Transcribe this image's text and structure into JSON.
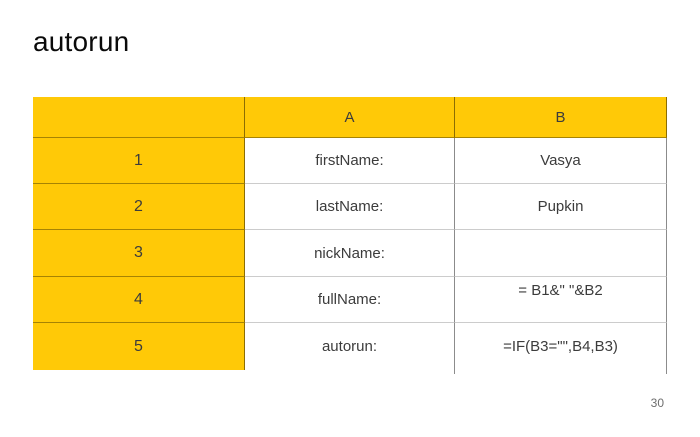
{
  "slide": {
    "title": "autorun",
    "page_number": "30"
  },
  "table": {
    "header": [
      "",
      "A",
      "B"
    ],
    "rows": [
      {
        "num": "1",
        "a": "firstName:",
        "b": "Vasya"
      },
      {
        "num": "2",
        "a": "lastName:",
        "b": "Pupkin"
      },
      {
        "num": "3",
        "a": "nickName:",
        "b": ""
      },
      {
        "num": "4",
        "a": "fullName:",
        "b": "= B1&\" \"&B2"
      },
      {
        "num": "5",
        "a": "autorun:",
        "b": "=IF(B3=\"\",B4,B3)"
      }
    ]
  },
  "colors": {
    "accent_yellow": "#FFC907",
    "grid_vertical": "#8c8c8c",
    "grid_horizontal_light": "#cccccc",
    "page_number_gray": "#6e6e6e"
  }
}
